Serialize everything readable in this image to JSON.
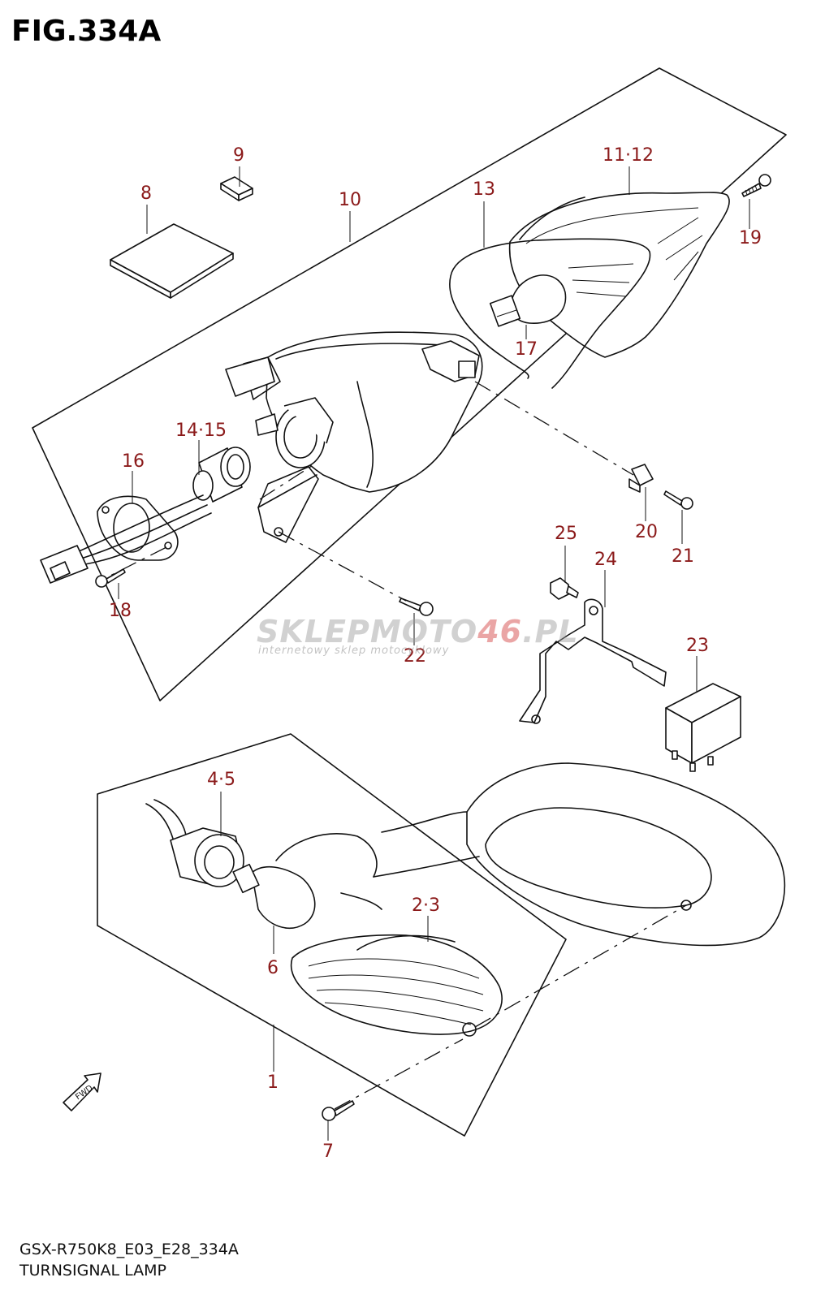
{
  "figure": {
    "title": "FIG.334A",
    "model_code": "GSX-R750K8_E03_E28_334A",
    "caption": "TURNSIGNAL LAMP"
  },
  "watermark": {
    "brand_part1": "SKLEPMOTO",
    "brand_part2": "46",
    "brand_part3": ".PL",
    "tagline": "internetowy sklep motocyklowy"
  },
  "fwd_label": "FWD",
  "callouts": [
    {
      "id": "c-8",
      "label": "8"
    },
    {
      "id": "c-9",
      "label": "9"
    },
    {
      "id": "c-10",
      "label": "10"
    },
    {
      "id": "c-11-12",
      "label": "11·12"
    },
    {
      "id": "c-13",
      "label": "13"
    },
    {
      "id": "c-19",
      "label": "19"
    },
    {
      "id": "c-17",
      "label": "17"
    },
    {
      "id": "c-14-15",
      "label": "14·15"
    },
    {
      "id": "c-16",
      "label": "16"
    },
    {
      "id": "c-18",
      "label": "18"
    },
    {
      "id": "c-20",
      "label": "20"
    },
    {
      "id": "c-21",
      "label": "21"
    },
    {
      "id": "c-25",
      "label": "25"
    },
    {
      "id": "c-24",
      "label": "24"
    },
    {
      "id": "c-22",
      "label": "22"
    },
    {
      "id": "c-23",
      "label": "23"
    },
    {
      "id": "c-4-5",
      "label": "4·5"
    },
    {
      "id": "c-2-3",
      "label": "2·3"
    },
    {
      "id": "c-6",
      "label": "6"
    },
    {
      "id": "c-1",
      "label": "1"
    },
    {
      "id": "c-7",
      "label": "7"
    }
  ],
  "colors": {
    "callout_text": "#8b1a1a",
    "line_art": "#111111",
    "watermark_grey": "#9a9a9a",
    "watermark_red": "#d23a3a"
  }
}
